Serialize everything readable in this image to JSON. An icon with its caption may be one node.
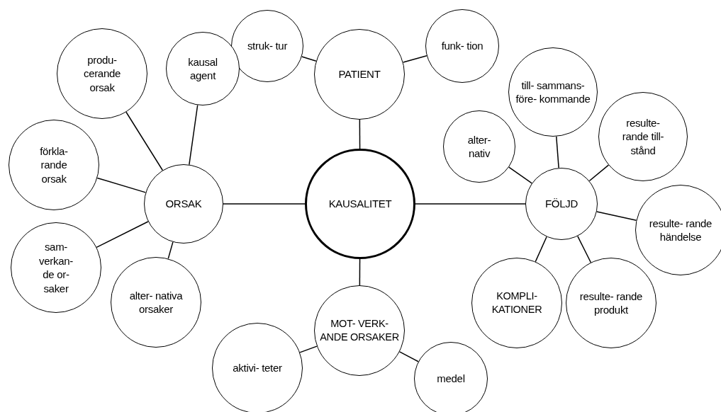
{
  "diagram": {
    "nodes": [
      {
        "text": [
          "KAUSALITET"
        ]
      },
      {
        "text": [
          "PATIENT"
        ]
      },
      {
        "text": [
          "struk- tur"
        ]
      },
      {
        "text": [
          "funk- tion"
        ]
      },
      {
        "text": [
          "ORSAK"
        ]
      },
      {
        "text": [
          "produ- cerande orsak"
        ]
      },
      {
        "text": [
          "kausal agent"
        ]
      },
      {
        "text": [
          "förkla- rande orsak"
        ]
      },
      {
        "text": [
          "sam- verkan- de or- saker"
        ]
      },
      {
        "text": [
          "alter- nativa orsaker"
        ]
      },
      {
        "text": [
          "MOT- VERK- ANDE ORSAKER"
        ]
      },
      {
        "text": [
          "aktivi- teter"
        ]
      },
      {
        "text": [
          "medel"
        ]
      },
      {
        "text": [
          "FÖLJD"
        ]
      },
      {
        "text": [
          "alter- nativ"
        ]
      },
      {
        "text": [
          "till- sammans- före- kommande"
        ]
      },
      {
        "text": [
          "resulte- rande till- stånd"
        ]
      },
      {
        "text": [
          "resulte- rande händelse"
        ]
      },
      {
        "text": [
          "resulte- rande produkt"
        ]
      },
      {
        "text": [
          "KOMPLI- KATIONER"
        ]
      }
    ],
    "edges": [
      {
        "from": 0,
        "to": 1,
        "arrow": "none"
      },
      {
        "from": 1,
        "to": 2,
        "arrow": "none"
      },
      {
        "from": 1,
        "to": 3,
        "arrow": "none"
      },
      {
        "from": 0,
        "to": 4,
        "arrow": "none"
      },
      {
        "from": 4,
        "to": 5,
        "arrow": "none"
      },
      {
        "from": 4,
        "to": 6,
        "arrow": "none"
      },
      {
        "from": 4,
        "to": 7,
        "arrow": "none"
      },
      {
        "from": 4,
        "to": 8,
        "arrow": "none"
      },
      {
        "from": 4,
        "to": 9,
        "arrow": "none"
      },
      {
        "from": 0,
        "to": 10,
        "arrow": "none"
      },
      {
        "from": 10,
        "to": 11,
        "arrow": "none"
      },
      {
        "from": 10,
        "to": 12,
        "arrow": "none"
      },
      {
        "from": 0,
        "to": 13,
        "arrow": "none"
      },
      {
        "from": 13,
        "to": 14,
        "arrow": "none"
      },
      {
        "from": 13,
        "to": 15,
        "arrow": "none"
      },
      {
        "from": 13,
        "to": 16,
        "arrow": "none"
      },
      {
        "from": 13,
        "to": 17,
        "arrow": "none"
      },
      {
        "from": 13,
        "to": 18,
        "arrow": "none"
      },
      {
        "from": 13,
        "to": 19,
        "arrow": "none"
      }
    ]
  }
}
